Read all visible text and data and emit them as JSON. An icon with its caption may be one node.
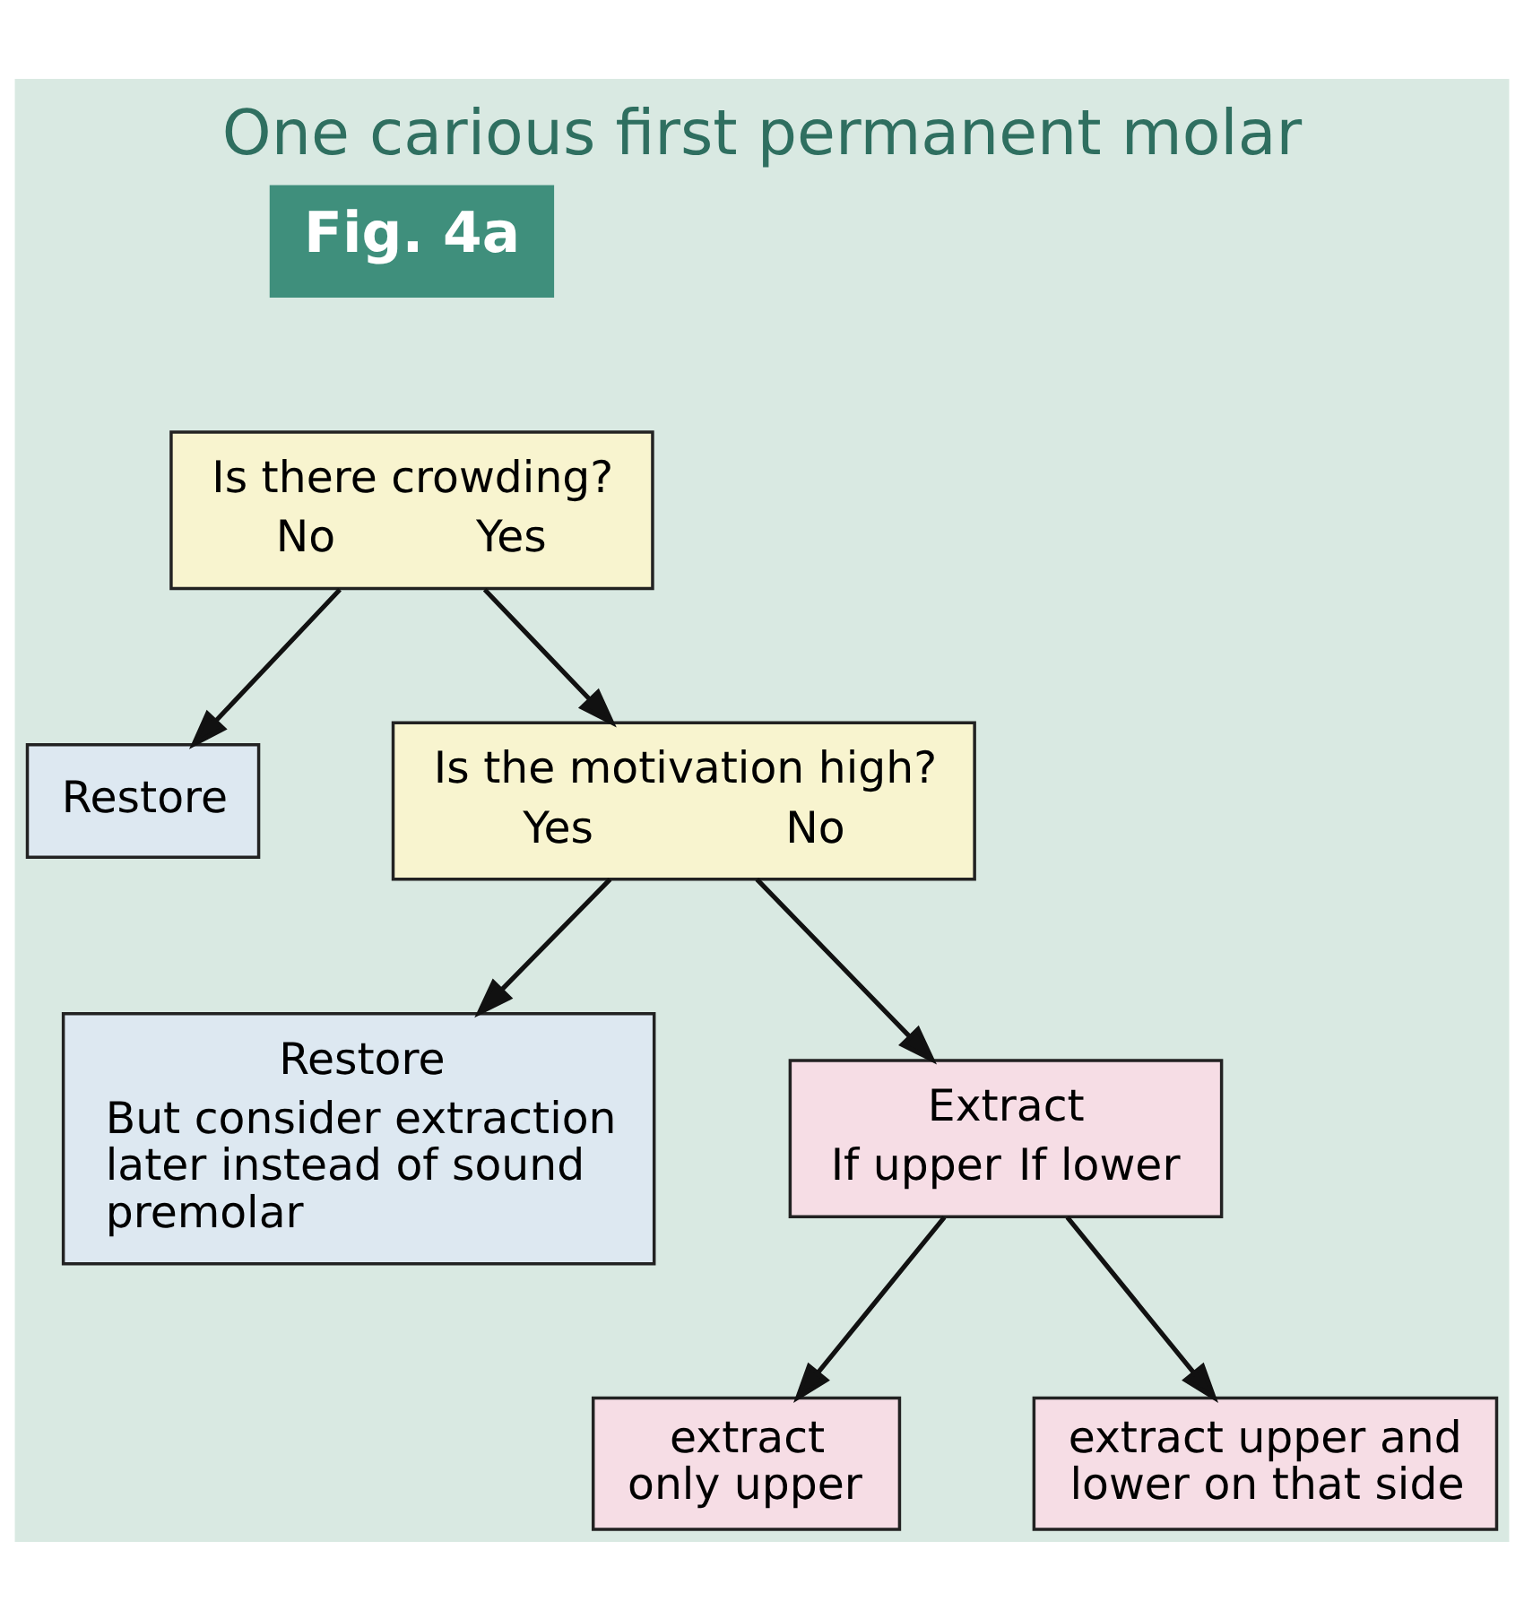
{
  "diagram": {
    "title": "One carious first permanent molar",
    "nodes": [
      {
        "text": [
          "Is there crowding?",
          "No",
          "Yes"
        ]
      },
      {
        "text": [
          "Restore"
        ]
      },
      {
        "text": [
          "Is the motivation high?",
          "Yes",
          "No"
        ]
      },
      {
        "text": [
          "Restore",
          "But consider extraction later instead of sound premolar"
        ]
      },
      {
        "text": [
          "Extract",
          "If upper",
          "If lower"
        ]
      },
      {
        "text": [
          "extract only upper"
        ]
      },
      {
        "text": [
          "extract upper and lower on that side"
        ]
      }
    ],
    "edges": [
      {
        "from": 0,
        "to": 1,
        "arrow": "to"
      },
      {
        "from": 0,
        "to": 2,
        "arrow": "to"
      },
      {
        "from": 2,
        "to": 3,
        "arrow": "to"
      },
      {
        "from": 2,
        "to": 4,
        "arrow": "to"
      },
      {
        "from": 4,
        "to": 5,
        "arrow": "to"
      },
      {
        "from": 4,
        "to": 6,
        "arrow": "to"
      }
    ],
    "labels": [
      "Fig. 4a"
    ]
  }
}
